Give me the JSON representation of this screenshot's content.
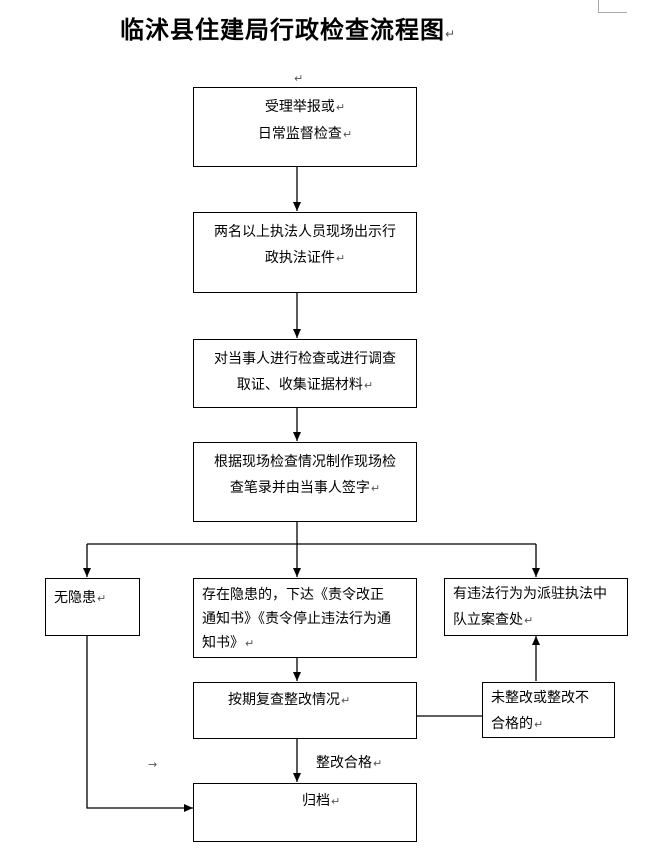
{
  "title": "临沭县住建局行政检查流程图",
  "return_mark": "↵",
  "stray_mark": "→",
  "boxes": {
    "receive": {
      "line1": "受理举报或",
      "line2": "日常监督检查"
    },
    "show_id": {
      "line1": "两名以上执法人员现场出示行",
      "line2": "政执法证件"
    },
    "inspect": {
      "line1": "对当事人进行检查或进行调查",
      "line2": "取证、收集证据材料"
    },
    "record": {
      "line1": "根据现场检查情况制作现场检",
      "line2": "查笔录并由当事人签字"
    },
    "no_hazard": {
      "text": "无隐患"
    },
    "hazard": {
      "line1": "存在隐患的，下达《责令改正",
      "line2": "通知书》《责令停止违法行为通",
      "line3": "知书》"
    },
    "violation": {
      "line1": "有违法行为为派驻执法中",
      "line2": "队立案查处"
    },
    "review": {
      "text": "按期复查整改情况"
    },
    "not_fixed": {
      "line1": "未整改或整改不",
      "line2": "合格的"
    },
    "archive": {
      "text": "归档"
    }
  },
  "edge_label": "整改合格"
}
